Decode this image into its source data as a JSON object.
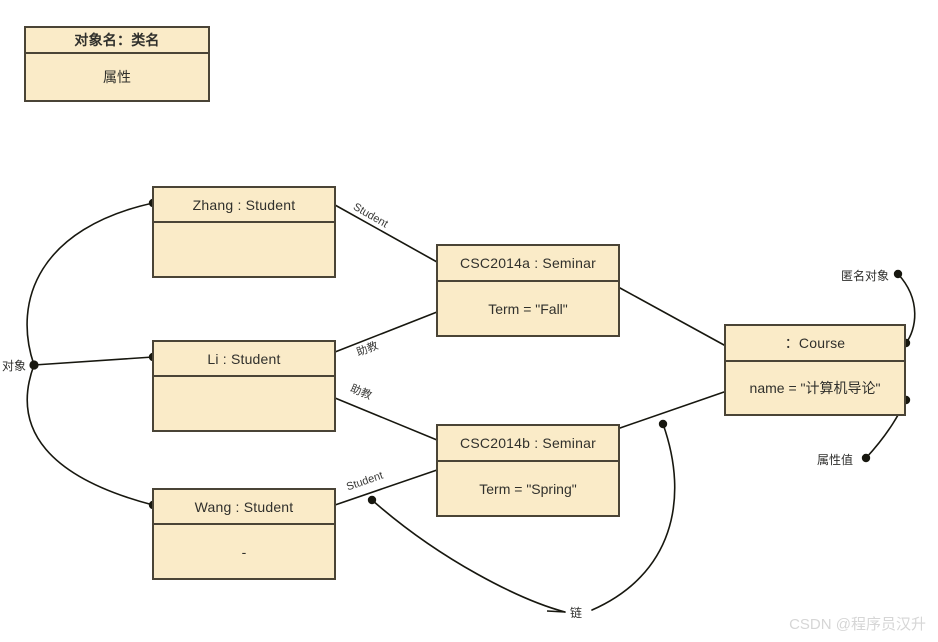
{
  "diagram": {
    "kind": "uml-object-diagram",
    "background": "#ffffff",
    "box_fill": "#faebc8",
    "box_border": "#4a4436",
    "line_color": "#17170f",
    "text_color": "#30302c"
  },
  "legend": {
    "title": "对象名：类名",
    "attributes": "属性"
  },
  "objects": [
    {
      "id": "zhang",
      "title": "Zhang : Student",
      "attributes": ""
    },
    {
      "id": "li",
      "title": "Li : Student",
      "attributes": ""
    },
    {
      "id": "wang",
      "title": "Wang : Student",
      "attributes": "-"
    },
    {
      "id": "csc_a",
      "title": "CSC2014a : Seminar",
      "attributes": "Term = \"Fall\""
    },
    {
      "id": "csc_b",
      "title": "CSC2014b : Seminar",
      "attributes": "Term = \"Spring\""
    },
    {
      "id": "course",
      "title": "：Course",
      "attributes": "name = \"计算机导论\""
    }
  ],
  "link_labels": [
    {
      "id": "student-top",
      "text": "Student"
    },
    {
      "id": "ta-upper",
      "text": "助教"
    },
    {
      "id": "ta-lower",
      "text": "助教"
    },
    {
      "id": "student-bottom",
      "text": "Student"
    }
  ],
  "callouts": [
    {
      "id": "object",
      "text": "对象"
    },
    {
      "id": "anonymous-object",
      "text": "匿名对象"
    },
    {
      "id": "attribute-value",
      "text": "属性值"
    },
    {
      "id": "link",
      "text": "链"
    }
  ],
  "watermark": {
    "text": "CSDN @程序员汉升"
  }
}
